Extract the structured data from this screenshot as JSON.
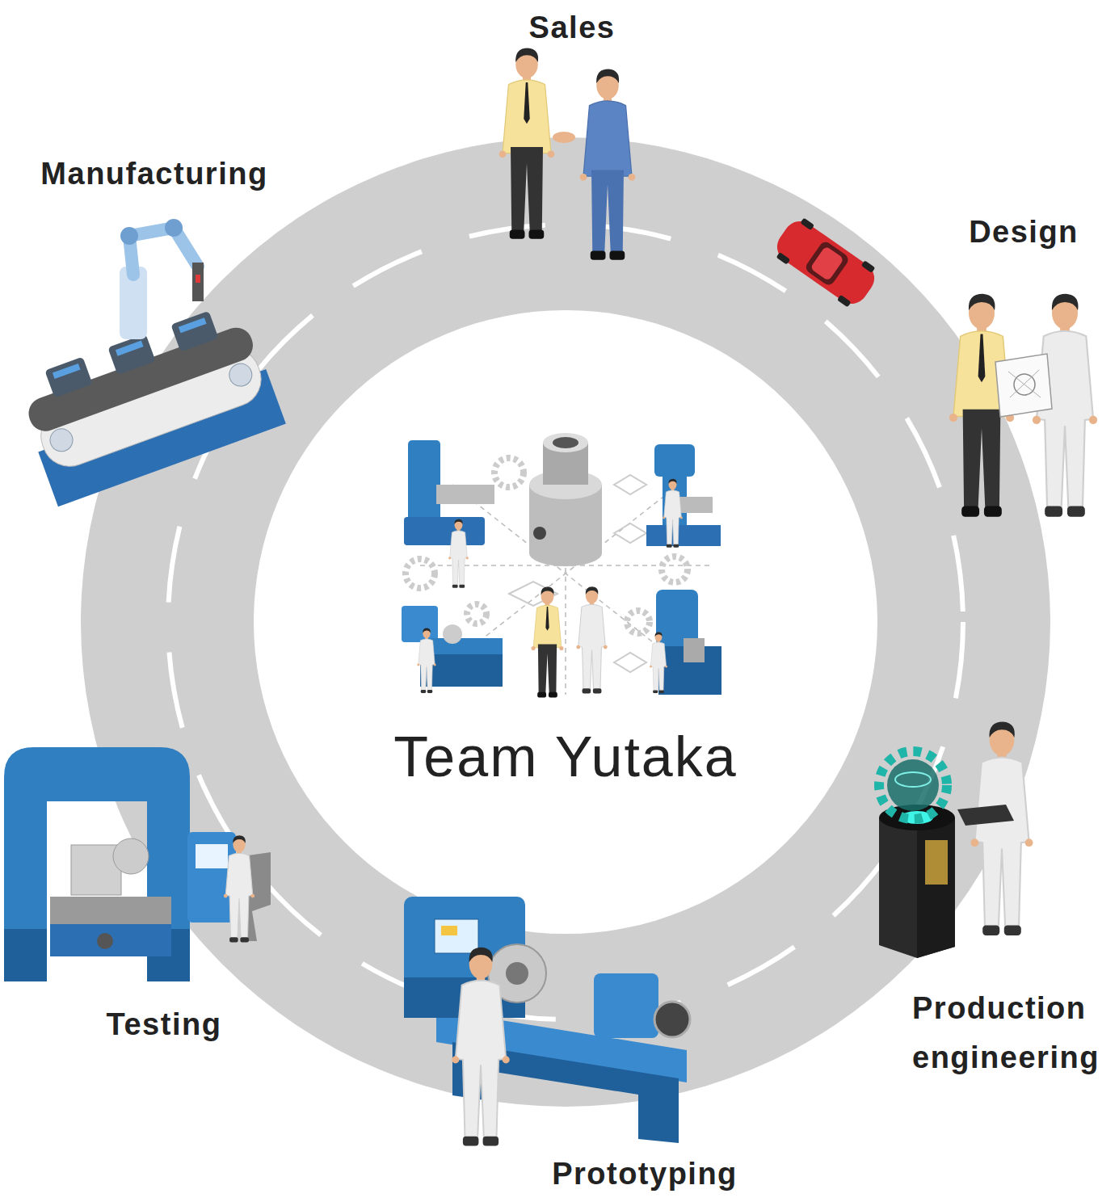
{
  "diagram": {
    "nodes": [
      {
        "text": [
          "Team Yutaka"
        ]
      }
    ],
    "labels": [
      "Sales",
      "Manufacturing",
      "Design",
      "Production engineering",
      "Testing",
      "Prototyping"
    ]
  }
}
